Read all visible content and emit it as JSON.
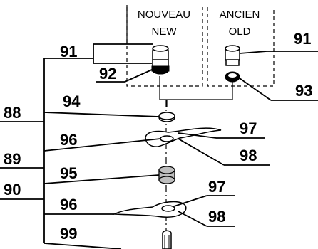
{
  "box_new": {
    "line1": "NOUVEAU",
    "line2": "NEW"
  },
  "box_old": {
    "line1": "ANCIEN",
    "line2": "OLD"
  },
  "callouts": {
    "c88": "88",
    "c89": "89",
    "c90": "90",
    "c91_left": "91",
    "c91_right": "91",
    "c92": "92",
    "c93": "93",
    "c94": "94",
    "c95": "95",
    "c96_upper": "96",
    "c96_lower": "96",
    "c97_upper": "97",
    "c97_lower": "97",
    "c98_upper": "98",
    "c98_lower": "98",
    "c99": "99"
  }
}
